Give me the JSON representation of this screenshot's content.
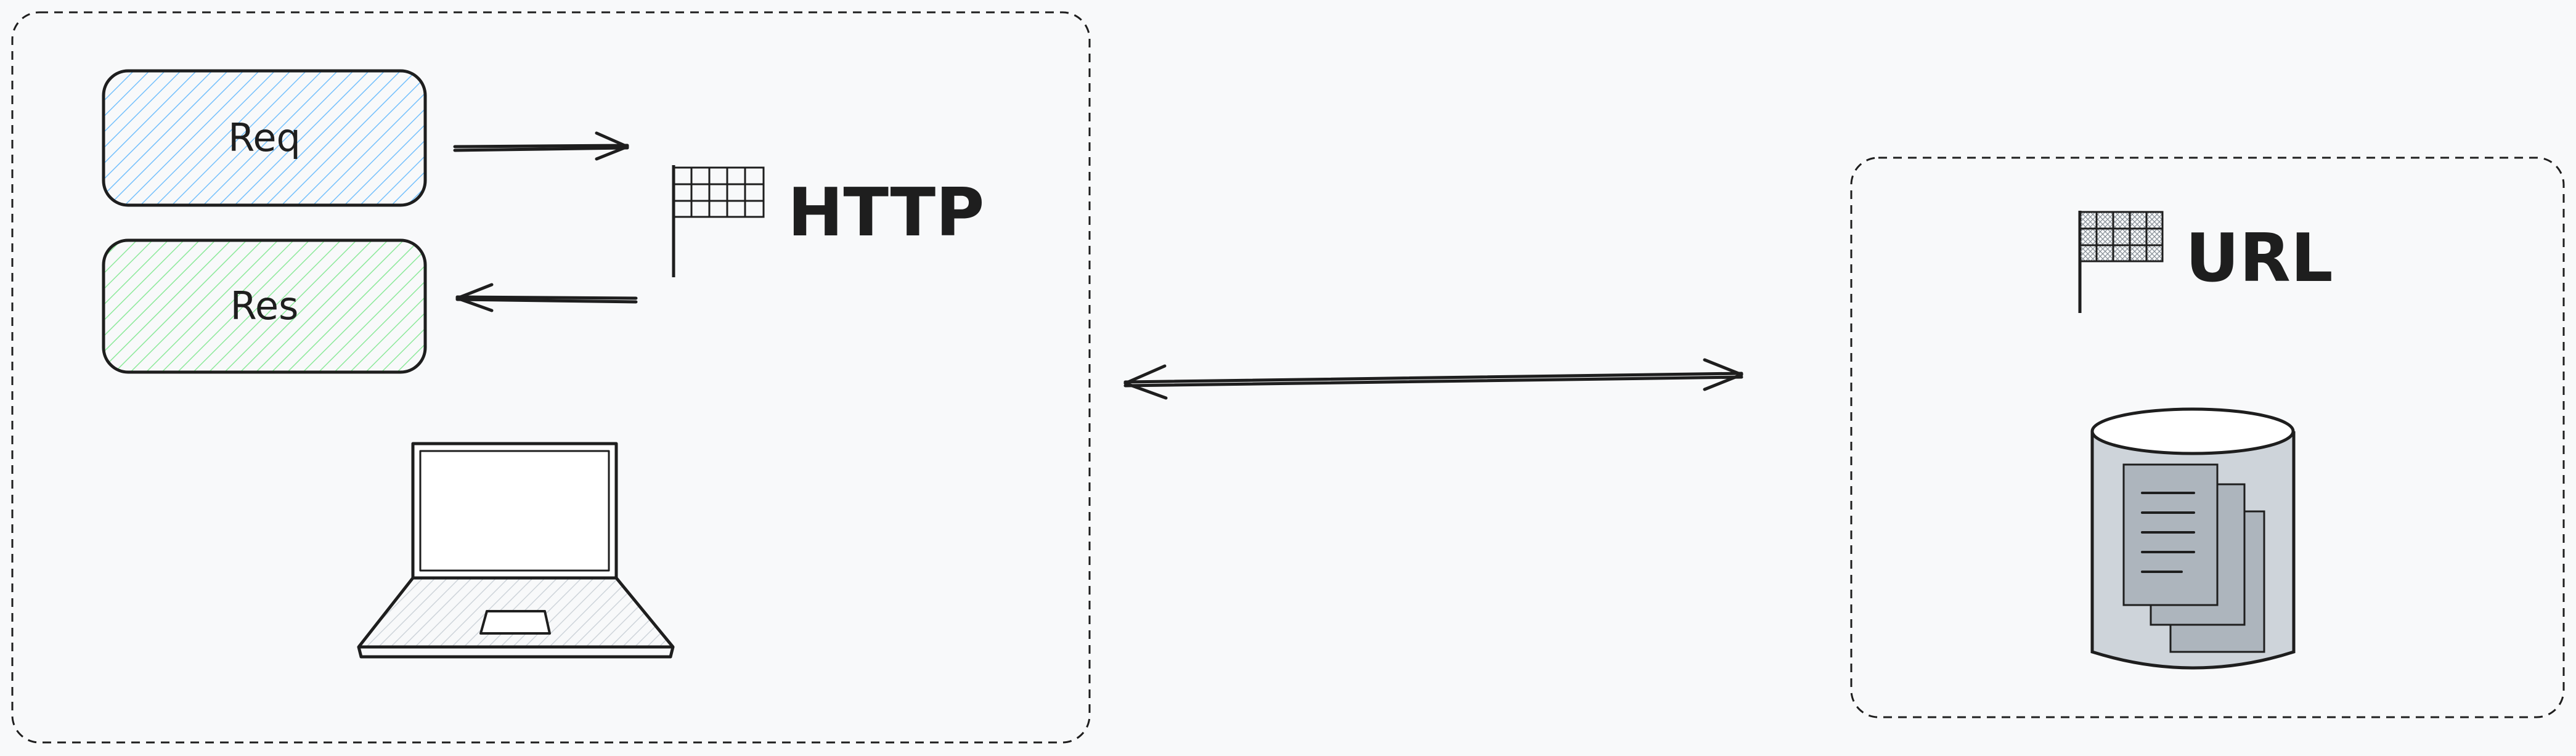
{
  "diagram": {
    "client_group": {
      "request_box": {
        "label": "Req",
        "fill": "#a5d8ff"
      },
      "response_box": {
        "label": "Res",
        "fill": "#b2f2bb"
      },
      "protocol_label": "HTTP"
    },
    "server_group": {
      "resource_label": "URL"
    },
    "connection": {
      "type": "bidirectional"
    },
    "colors": {
      "stroke": "#1e1e1e",
      "background": "#f8f9fa",
      "server_fill": "#ced4da",
      "document_fill": "#adb5bd"
    }
  }
}
